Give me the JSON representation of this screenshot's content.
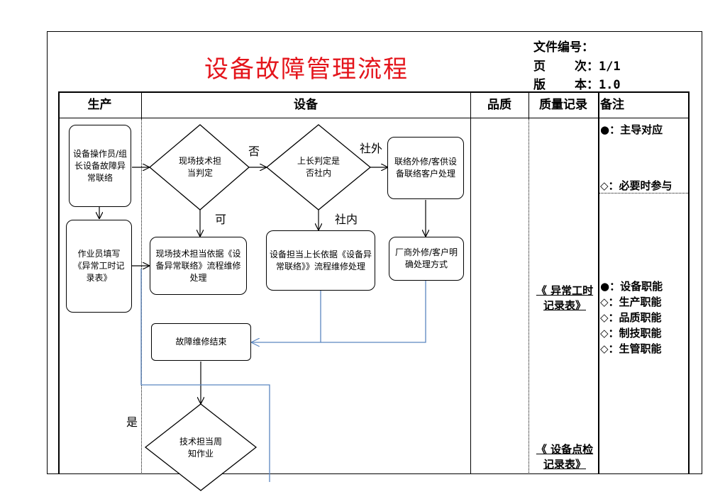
{
  "title": "设备故障管理流程",
  "meta": {
    "doc_no": "文件编号：",
    "page": "页    次：1/1",
    "version": "版    本：1.0"
  },
  "columns": {
    "production": "生产",
    "equipment": "设备",
    "quality": "品质",
    "quality_record": "质量记录",
    "remarks": "备注"
  },
  "nodes": {
    "operator_contact": "设备操作员/组长设备故障异常联络",
    "operator_fill": "作业员填写《异常工时记录表》",
    "tech_judge": "现场技术担当判定",
    "supervisor_judge": "上长判定是否社内",
    "external_contact": "联络外修/客供设备联络客户处理",
    "tech_repair": "现场技术担当依据《设备异常联络》流程维修处理",
    "supervisor_repair": "设备担当上长依据《设备异常联络》》流程维修处理",
    "vendor_method": "厂商外修/客户明确处理方式",
    "repair_end": "故障维修结束",
    "tech_notify": "技术担当周知作业"
  },
  "edge_labels": {
    "no": "否",
    "yes_ok": "可",
    "outside": "社外",
    "inside": "社内",
    "yes": "是"
  },
  "records": {
    "abnormal_hours": "《 异常工时记录表》",
    "equipment_check": "《 设备点检记录表》"
  },
  "remarks": {
    "lead": "●：主导对应",
    "participate": "◇：必要时参与",
    "role_equipment": "●：设备职能",
    "role_production": "◇：生产职能",
    "role_quality": "◇：品质职能",
    "role_tech": "◇：制技职能",
    "role_production_mgmt": "◇：生管职能"
  },
  "colors": {
    "title": "#e4141b",
    "line": "#000000",
    "blue_connector": "#5b86c0"
  }
}
